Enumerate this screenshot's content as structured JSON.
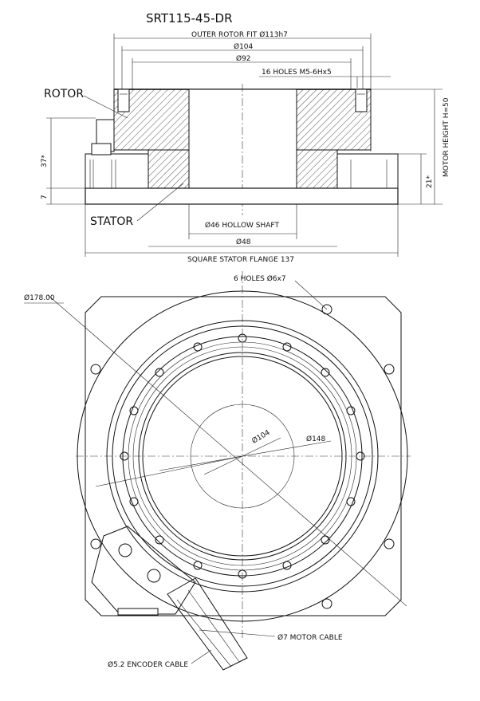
{
  "title": "SRT115-45-DR",
  "side_view": {
    "outer_rotor_fit": "OUTER ROTOR FIT Ø113h7",
    "dia_104": "Ø104",
    "dia_92": "Ø92",
    "holes_m5": "16 HOLES M5-6Hx5",
    "rotor_label": "ROTOR",
    "stator_label": "STATOR",
    "dim_37": "37*",
    "dim_7": "7",
    "dim_21": "21*",
    "motor_height": "MOTOR HEIGHT H=50",
    "hollow_shaft": "Ø46 HOLLOW SHAFT",
    "dia_48": "Ø48",
    "square_flange": "SQUARE STATOR FLANGE 137"
  },
  "top_view": {
    "holes_6": "6 HOLES Ø6x7",
    "dia_178": "Ø178.00",
    "dia_104": "Ø104",
    "dia_148": "Ø148",
    "motor_cable": "Ø7 MOTOR CABLE",
    "encoder_cable": "Ø5.2 ENCODER CABLE"
  }
}
